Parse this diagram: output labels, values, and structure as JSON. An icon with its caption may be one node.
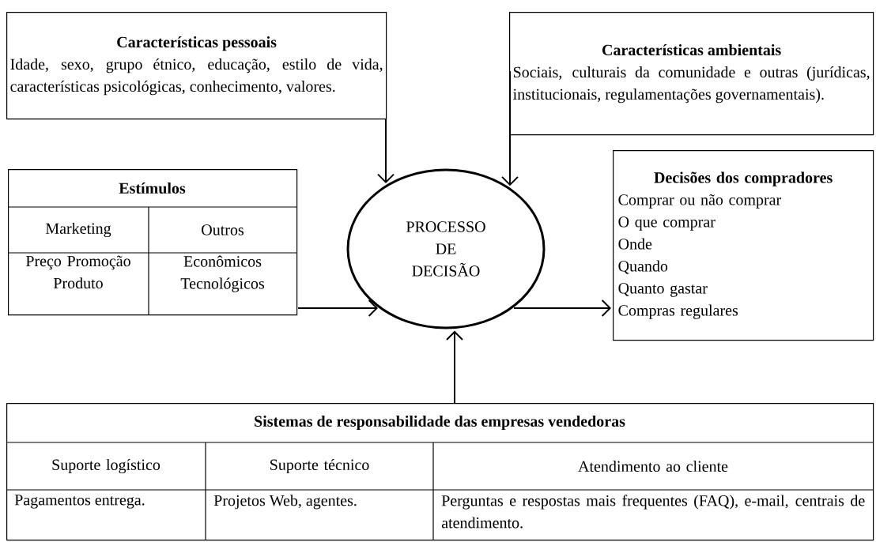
{
  "diagram": {
    "nodes": [
      {
        "text": [
          "Características pessoais",
          "Idade, sexo, grupo étnico, educação, estilo de vida, características psicológicas, conhecimento, valores."
        ]
      },
      {
        "text": [
          "Características ambientais",
          "Sociais, culturais da comunidade e outras (jurídicas, institucionais, regulamentações governamentais)."
        ]
      },
      {
        "text": [
          "Estímulos",
          "Marketing",
          "Outros",
          "Preço Promoção Produto",
          "Econômicos Tecnológicos"
        ]
      },
      {
        "text": [
          "PROCESSO DE DECISÃO"
        ]
      },
      {
        "text": [
          "Decisões dos compradores",
          "Comprar ou não comprar",
          "O que comprar",
          "Onde",
          "Quando",
          "Quanto gastar",
          "Compras regulares"
        ]
      },
      {
        "text": [
          "Sistemas de responsabilidade das empresas vendedoras",
          "Suporte logístico",
          "Suporte técnico",
          "Atendimento ao cliente",
          "Pagamentos entrega.",
          "Projetos Web, agentes.",
          "Perguntas e respostas mais frequentes (FAQ), e-mail, centrais de atendimento."
        ]
      }
    ],
    "edges": [
      {
        "from": 0,
        "to": 3,
        "arrow": "to"
      },
      {
        "from": 1,
        "to": 3,
        "arrow": "to"
      },
      {
        "from": 2,
        "to": 3,
        "arrow": "to"
      },
      {
        "from": 3,
        "to": 4,
        "arrow": "to"
      },
      {
        "from": 5,
        "to": 3,
        "arrow": "to"
      }
    ]
  }
}
